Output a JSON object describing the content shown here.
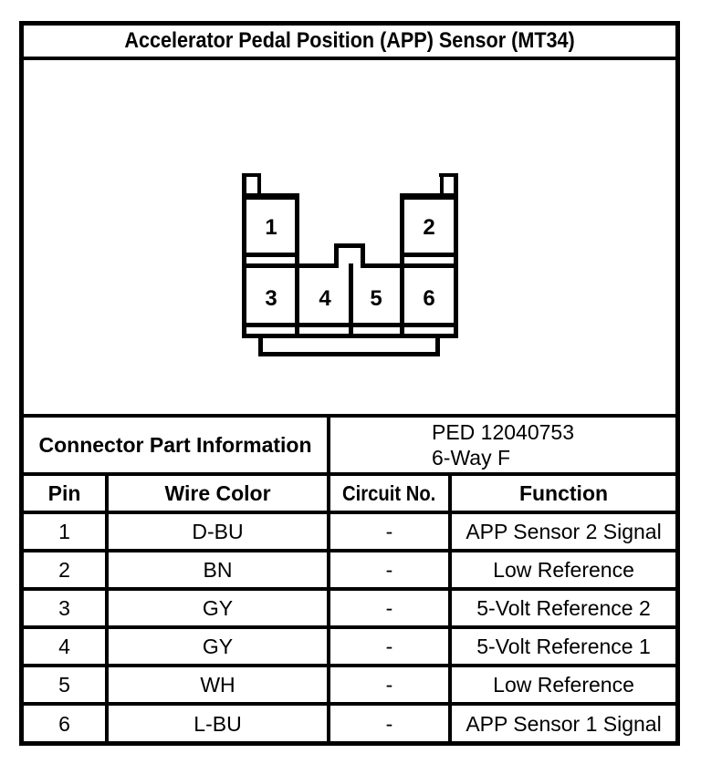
{
  "title": "Accelerator Pedal Position (APP) Sensor (MT34)",
  "connector": {
    "part_info_label": "Connector Part Information",
    "part_number": "PED 12040753",
    "way": "6-Way F",
    "pins": [
      "1",
      "2",
      "3",
      "4",
      "5",
      "6"
    ]
  },
  "table": {
    "headers": [
      "Pin",
      "Wire Color",
      "Circuit No.",
      "Function"
    ],
    "rows": [
      {
        "pin": "1",
        "wire_color": "D-BU",
        "circuit_no": "-",
        "function": "APP Sensor 2 Signal"
      },
      {
        "pin": "2",
        "wire_color": "BN",
        "circuit_no": "-",
        "function": "Low Reference"
      },
      {
        "pin": "3",
        "wire_color": "GY",
        "circuit_no": "-",
        "function": "5-Volt Reference 2"
      },
      {
        "pin": "4",
        "wire_color": "GY",
        "circuit_no": "-",
        "function": "5-Volt Reference 1"
      },
      {
        "pin": "5",
        "wire_color": "WH",
        "circuit_no": "-",
        "function": "Low Reference"
      },
      {
        "pin": "6",
        "wire_color": "L-BU",
        "circuit_no": "-",
        "function": "APP Sensor 1 Signal"
      }
    ]
  },
  "colors": {
    "line": "#000000",
    "background": "#ffffff"
  }
}
